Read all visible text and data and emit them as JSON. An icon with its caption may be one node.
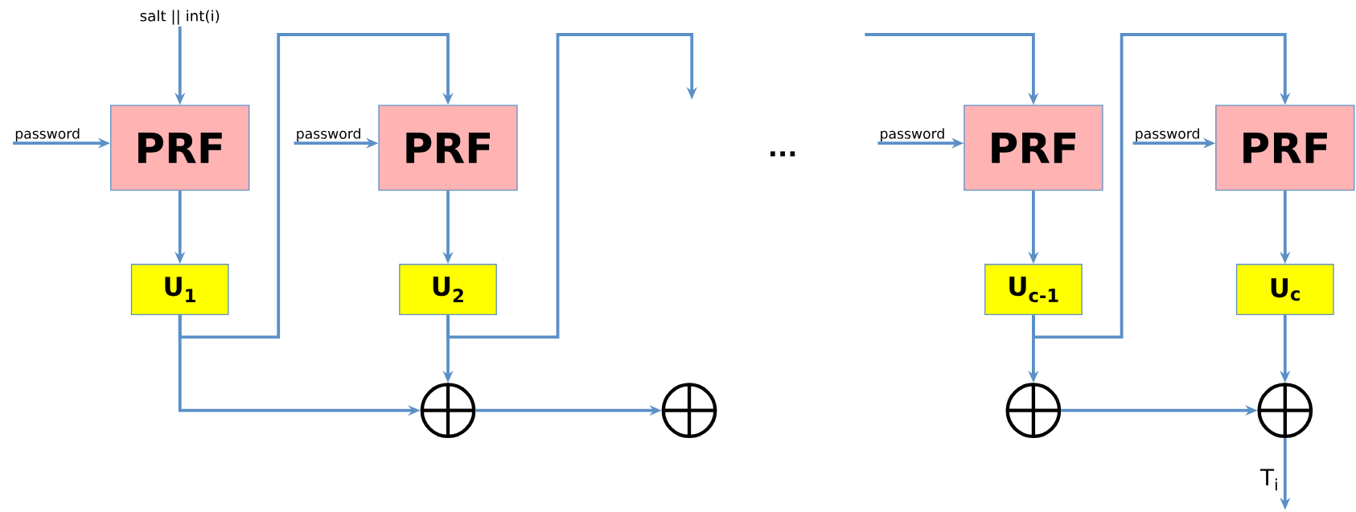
{
  "diagram": {
    "nodes": [
      {
        "text": [
          "salt || int(i)"
        ]
      },
      {
        "text": [
          "password"
        ]
      },
      {
        "text": [
          "PRF"
        ]
      },
      {
        "text": [
          "U$_{1}$"
        ]
      },
      {
        "text": [
          "password"
        ]
      },
      {
        "text": [
          "PRF"
        ]
      },
      {
        "text": [
          "U$_{2}$"
        ]
      },
      {
        "text": [],
        "shape": "circle"
      },
      {
        "text": [],
        "shape": "circle"
      },
      {
        "text": [
          "password"
        ]
      },
      {
        "text": [
          "PRF"
        ]
      },
      {
        "text": [
          "U$_{c-1}$"
        ]
      },
      {
        "text": [],
        "shape": "circle"
      },
      {
        "text": [
          "password"
        ]
      },
      {
        "text": [
          "PRF"
        ]
      },
      {
        "text": [
          "U$_{c}$"
        ]
      },
      {
        "text": [],
        "shape": "circle"
      }
    ],
    "edges": [
      {
        "from": 0,
        "to": 2,
        "arrow": "to"
      },
      {
        "from": 1,
        "to": 2,
        "arrow": "to"
      },
      {
        "from": 2,
        "to": 3,
        "arrow": "to"
      },
      {
        "from": 3,
        "to": 5,
        "arrow": "to"
      },
      {
        "from": 3,
        "to": 7,
        "arrow": "to"
      },
      {
        "from": 4,
        "to": 5,
        "arrow": "to"
      },
      {
        "from": 5,
        "to": 6,
        "arrow": "to"
      },
      {
        "from": 6,
        "to": 7,
        "arrow": "to"
      },
      {
        "from": 6,
        "to": null,
        "arrow": "to"
      },
      {
        "from": 7,
        "to": 8,
        "arrow": "to"
      },
      {
        "from": null,
        "to": 10,
        "arrow": "to"
      },
      {
        "from": 9,
        "to": 10,
        "arrow": "to"
      },
      {
        "from": 10,
        "to": 11,
        "arrow": "to"
      },
      {
        "from": 11,
        "to": 12,
        "arrow": "to"
      },
      {
        "from": 11,
        "to": 14,
        "arrow": "to"
      },
      {
        "from": 12,
        "to": 16,
        "arrow": "to"
      },
      {
        "from": 13,
        "to": 14,
        "arrow": "to"
      },
      {
        "from": 14,
        "to": 15,
        "arrow": "to"
      },
      {
        "from": 15,
        "to": 16,
        "arrow": "to"
      },
      {
        "from": 16,
        "to": null,
        "arrow": "to",
        "label": "T$_{i}$"
      }
    ],
    "labels": [
      "..."
    ]
  }
}
